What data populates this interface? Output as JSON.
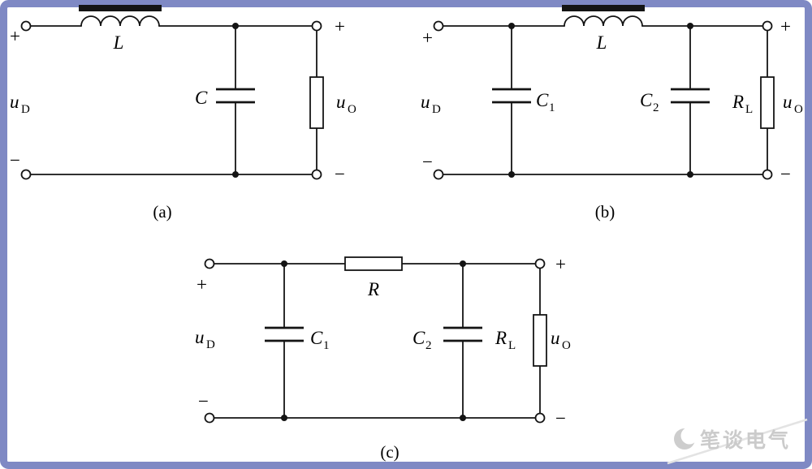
{
  "colors": {
    "border": "#7F89C4",
    "line": "#141414",
    "watermark": "#cbcbcb"
  },
  "circuits": {
    "a": {
      "caption": "(a)",
      "input_plus": "+",
      "input_minus": "−",
      "source_base": "u",
      "source_sub": "D",
      "inductor": "L",
      "capacitor": "C",
      "output_plus": "+",
      "output_minus": "−",
      "output_base": "u",
      "output_sub": "O"
    },
    "b": {
      "caption": "(b)",
      "input_plus": "+",
      "input_minus": "−",
      "source_base": "u",
      "source_sub": "D",
      "cap1_base": "C",
      "cap1_sub": "1",
      "inductor": "L",
      "cap2_base": "C",
      "cap2_sub": "2",
      "load_base": "R",
      "load_sub": "L",
      "output_plus": "+",
      "output_minus": "−",
      "output_base": "u",
      "output_sub": "O"
    },
    "c": {
      "caption": "(c)",
      "input_plus": "+",
      "input_minus": "−",
      "source_base": "u",
      "source_sub": "D",
      "cap1_base": "C",
      "cap1_sub": "1",
      "resistor": "R",
      "cap2_base": "C",
      "cap2_sub": "2",
      "load_base": "R",
      "load_sub": "L",
      "output_plus": "+",
      "output_minus": "−",
      "output_base": "u",
      "output_sub": "O"
    }
  },
  "watermark": {
    "text": "笔谈电气"
  }
}
